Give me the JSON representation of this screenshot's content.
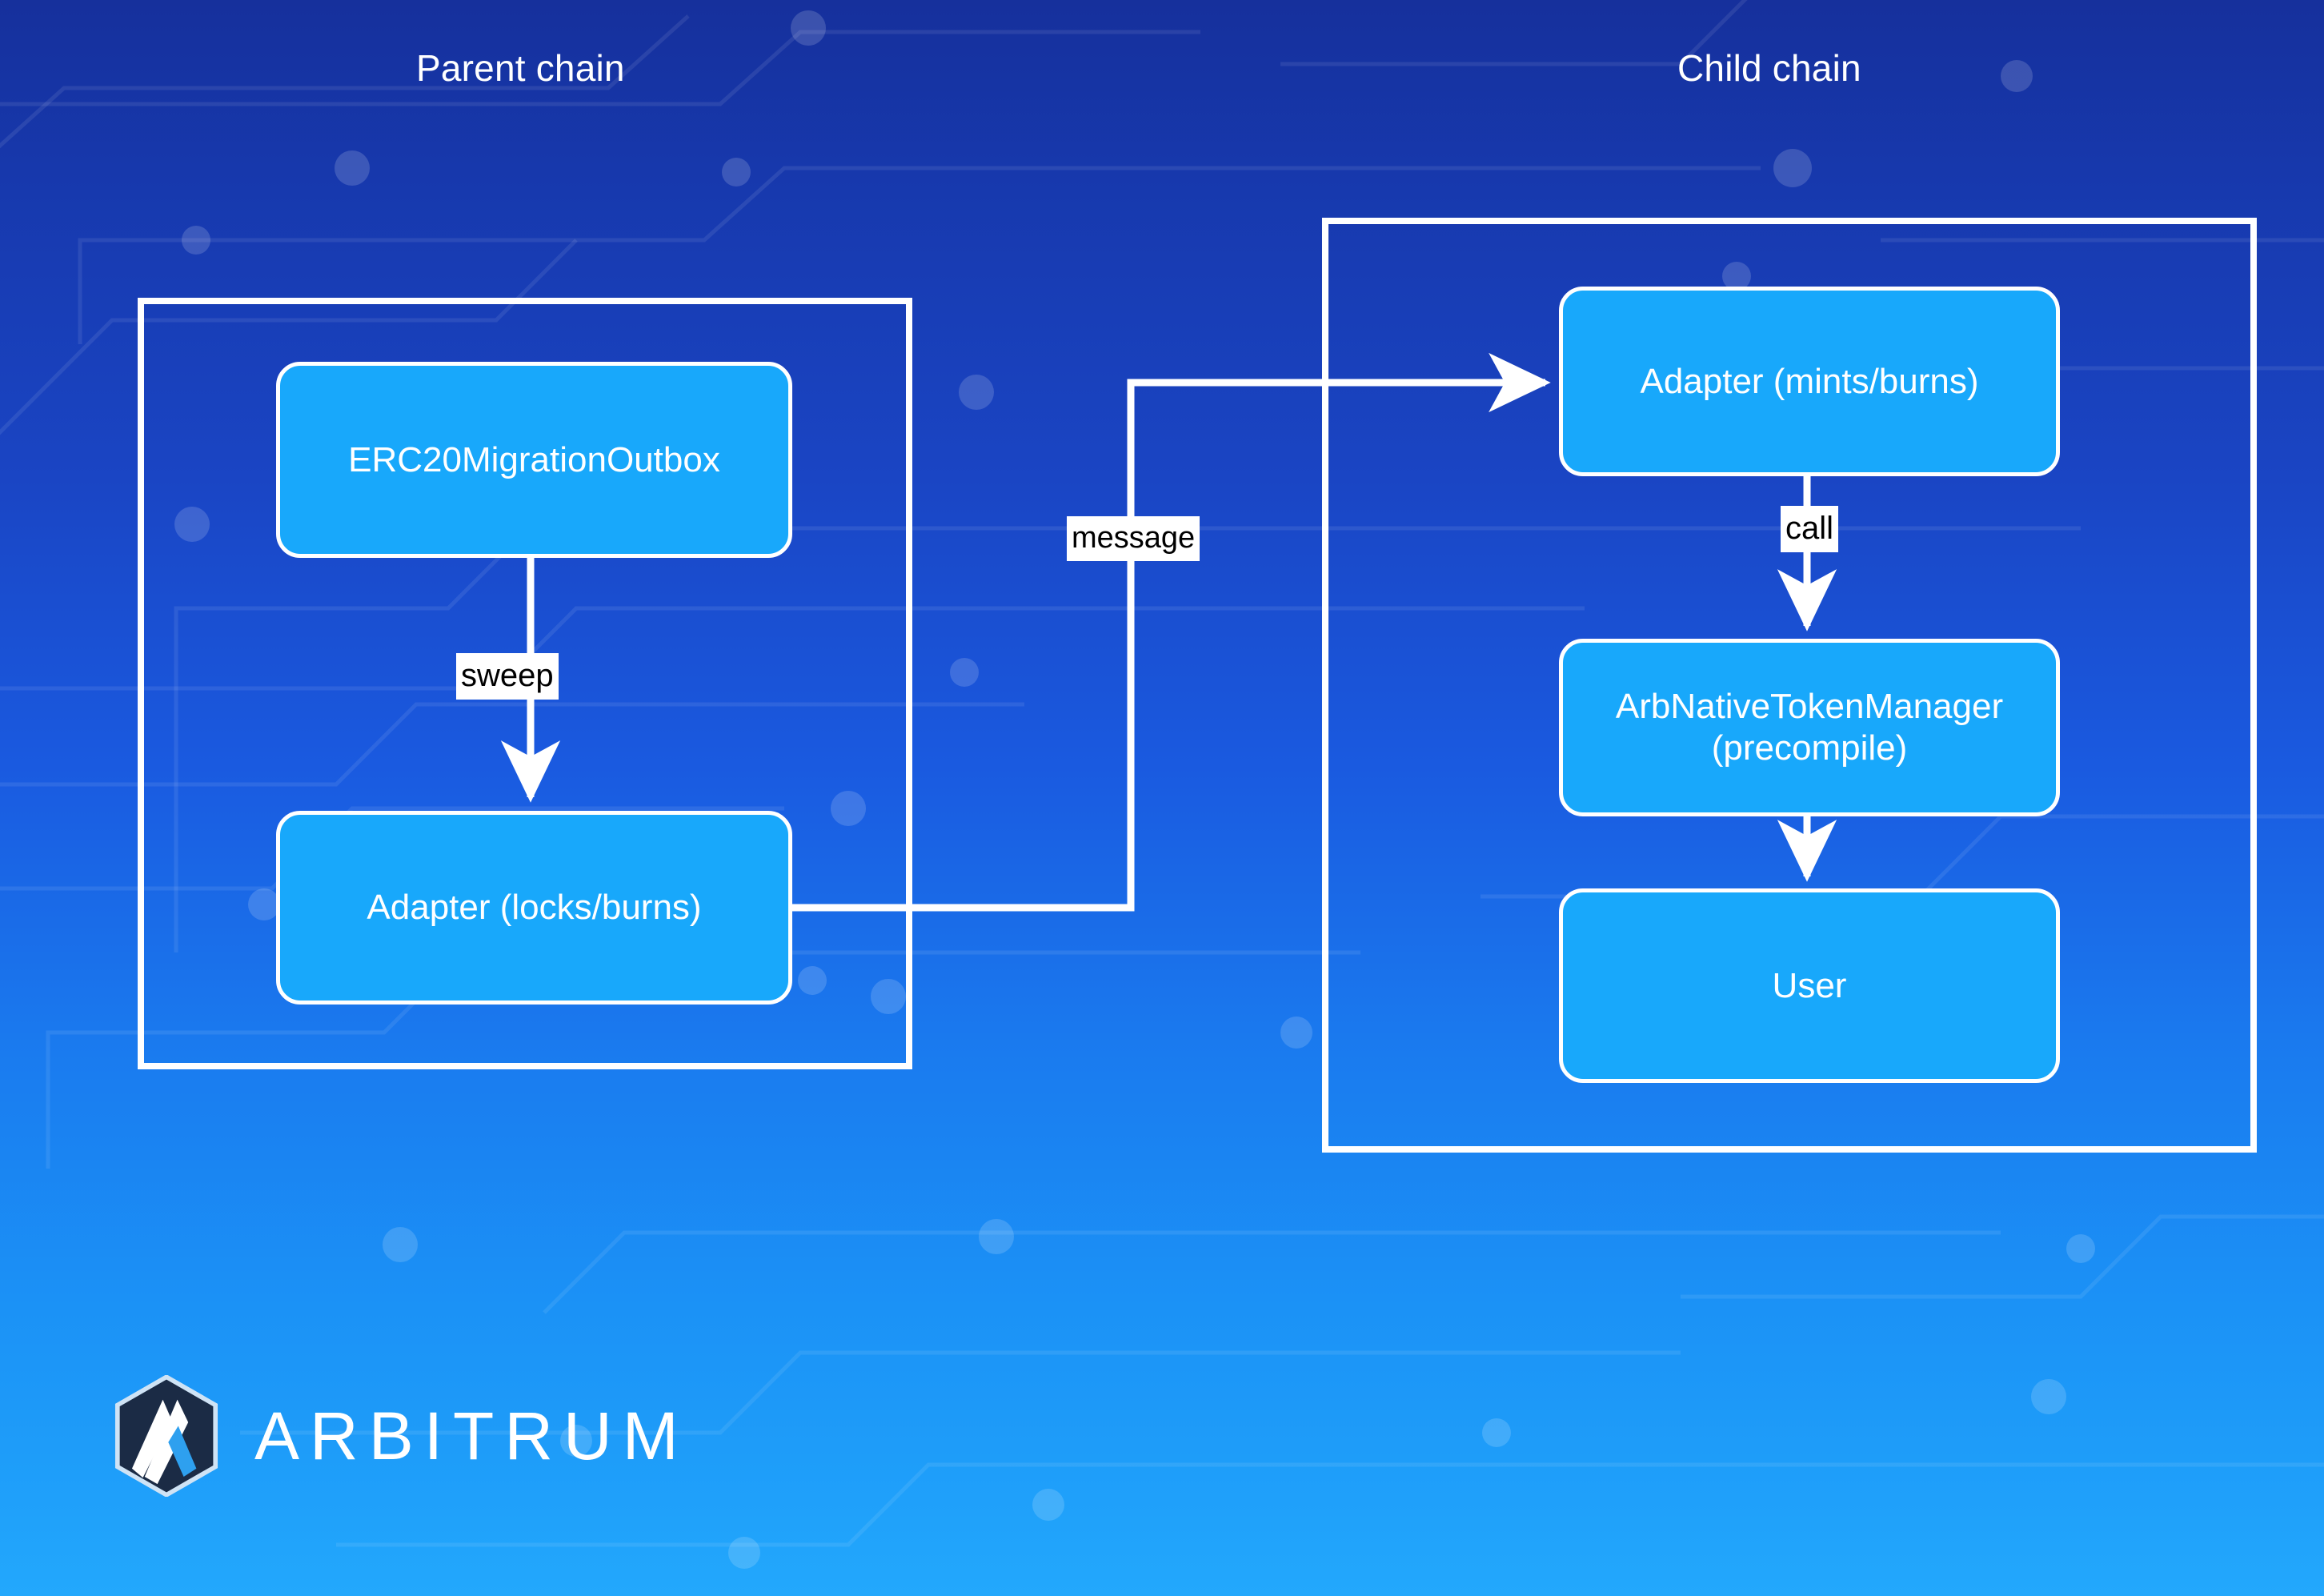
{
  "diagram": {
    "title_parent": "Parent chain",
    "title_child": "Child chain",
    "colors": {
      "node_fill": "#18a8fb",
      "node_border": "#ffffff",
      "container_border": "#ffffff",
      "edge_stroke": "#ffffff",
      "label_bg": "#ffffff",
      "label_text": "#000000",
      "background_top": "#16309c",
      "background_bottom": "#23a8fc"
    },
    "parent_chain": {
      "label": "Parent chain",
      "nodes": [
        {
          "id": "erc20-migration-outbox",
          "label": "ERC20MigrationOutbox"
        },
        {
          "id": "adapter-locks-burns",
          "label": "Adapter (locks/burns)"
        }
      ]
    },
    "child_chain": {
      "label": "Child chain",
      "nodes": [
        {
          "id": "adapter-mints-burns",
          "label": "Adapter (mints/burns)"
        },
        {
          "id": "arb-native-token-manager",
          "label": "ArbNativeTokenManager\n(precompile)"
        },
        {
          "id": "user",
          "label": "User"
        }
      ]
    },
    "edges": [
      {
        "id": "sweep",
        "label": "sweep",
        "from": "erc20-migration-outbox",
        "to": "adapter-locks-burns"
      },
      {
        "id": "message",
        "label": "message",
        "from": "adapter-locks-burns",
        "to": "adapter-mints-burns"
      },
      {
        "id": "call",
        "label": "call",
        "from": "adapter-mints-burns",
        "to": "arb-native-token-manager"
      },
      {
        "id": "mint-to-user",
        "label": "",
        "from": "arb-native-token-manager",
        "to": "user"
      }
    ]
  },
  "branding": {
    "wordmark": "ARBITRUM",
    "logo_icon": "arbitrum-logo-icon"
  }
}
